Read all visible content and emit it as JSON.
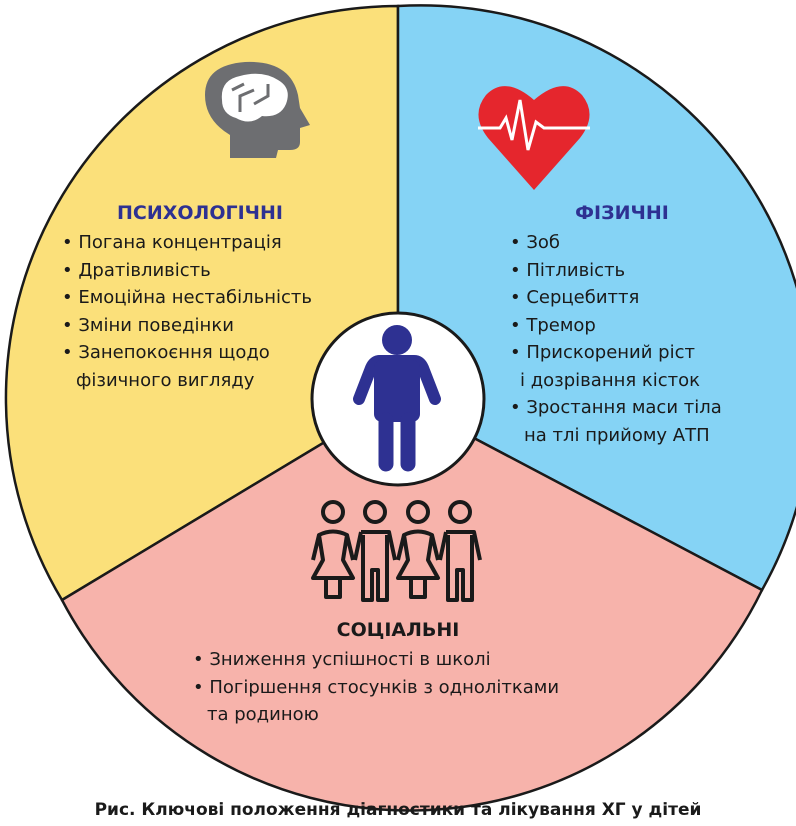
{
  "colors": {
    "psychological": "#fbe07a",
    "physical": "#85d3f5",
    "social": "#f7b3ab",
    "heading": "#2e3192",
    "person": "#2e3192",
    "heart": "#e5262d",
    "brain": "#6d6e71"
  },
  "psychological": {
    "title": "ПСИХОЛОГІЧНІ",
    "icon": "brain-head-icon",
    "items": [
      "• Погана концентрація",
      "• Дратівливість",
      "• Емоційна нестабільність",
      "• Зміни поведінки",
      "• Занепокоєння щодо",
      "фізичного вигляду"
    ]
  },
  "physical": {
    "title": "ФІЗИЧНІ",
    "icon": "heart-ecg-icon",
    "items": [
      "• Зоб",
      "• Пітливість",
      "• Серцебиття",
      "• Тремор",
      "• Прискорений ріст",
      "і дозрівання кісток",
      "• Зростання маси тіла",
      "на тлі прийому АТП"
    ]
  },
  "social": {
    "title": "СОЦІАЛЬНІ",
    "icon": "people-group-icon",
    "items": [
      "• Зниження успішності в школі",
      "• Погіршення стосунків з однолітками",
      "та родиною"
    ]
  },
  "center": {
    "icon": "child-icon"
  },
  "caption": "Рис. Ключові положення діагностики та лікування ХГ у дітей"
}
